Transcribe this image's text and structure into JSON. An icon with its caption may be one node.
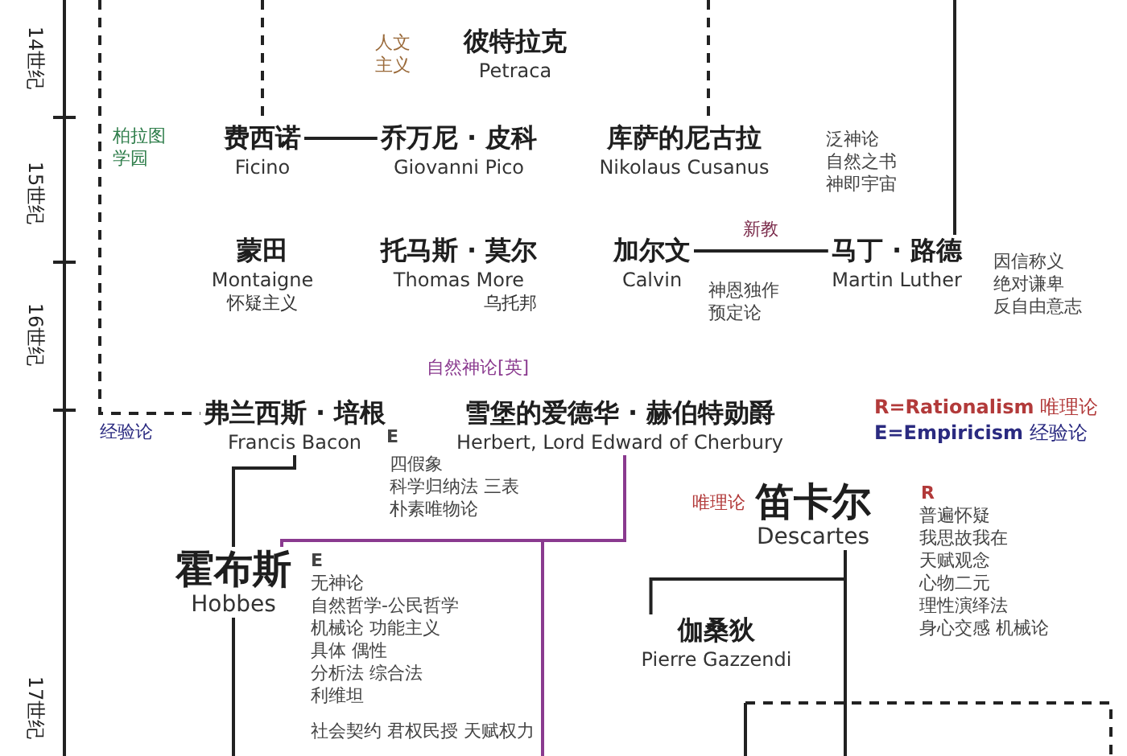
{
  "diagram": {
    "nodes": [
      {
        "text": [
          "彼特拉克",
          "Petraca"
        ],
        "beside": [
          "人文主义"
        ]
      },
      {
        "text": [
          "费西诺",
          "Ficino"
        ],
        "beside": [
          "柏拉图学园"
        ]
      },
      {
        "text": [
          "乔万尼 · 皮科",
          "Giovanni Pico"
        ]
      },
      {
        "text": [
          "库萨的尼古拉",
          "Nikolaus Cusanus"
        ],
        "beside": [
          "泛神论",
          "自然之书",
          "神即宇宙"
        ]
      },
      {
        "text": [
          "蒙田",
          "Montaigne",
          "怀疑主义"
        ]
      },
      {
        "text": [
          "托马斯 · 莫尔",
          "Thomas More",
          "乌托邦"
        ]
      },
      {
        "text": [
          "加尔文",
          "Calvin"
        ],
        "beside": [
          "神恩独作",
          "预定论"
        ]
      },
      {
        "text": [
          "马丁 · 路德",
          "Martin Luther"
        ],
        "beside": [
          "因信称义",
          "绝对谦卑",
          "反自由意志"
        ]
      },
      {
        "text": [
          "弗兰西斯 · 培根",
          "Francis Bacon"
        ],
        "beside": [
          "经验论",
          "E",
          "四假象",
          "科学归纳法 三表",
          "朴素唯物论"
        ]
      },
      {
        "text": [
          "雪堡的爱德华 · 赫伯特勋爵",
          "Herbert, Lord Edward of Cherbury"
        ],
        "beside": [
          "自然神论[英]"
        ]
      },
      {
        "text": [
          "笛卡尔",
          "Descartes"
        ],
        "beside": [
          "唯理论",
          "R",
          "普遍怀疑",
          "我思故我在",
          "天赋观念",
          "心物二元",
          "理性演绎法",
          "身心交感 机械论"
        ]
      },
      {
        "text": [
          "霍布斯",
          "Hobbes"
        ],
        "beside": [
          "E",
          "无神论",
          "自然哲学-公民哲学",
          "机械论 功能主义",
          "具体 偶性",
          "分析法 综合法",
          "利维坦",
          "社会契约 君权民授 天赋权力"
        ]
      },
      {
        "text": [
          "伽桑狄",
          "Pierre Gazzendi"
        ]
      }
    ],
    "edges": [
      {
        "from": 1,
        "to": 2,
        "arrow": "none"
      },
      {
        "from": 6,
        "to": 7,
        "arrow": "none",
        "label": "新教"
      },
      {
        "from": 8,
        "to": 11,
        "arrow": "none"
      },
      {
        "from": 9,
        "to": 11,
        "arrow": "none",
        "color": "#8a3a8f"
      },
      {
        "from": null,
        "to": 8,
        "arrow": "none",
        "style": "dashed"
      },
      {
        "from": null,
        "to": 1,
        "arrow": "none",
        "style": "dashed"
      },
      {
        "from": null,
        "to": 3,
        "arrow": "none",
        "style": "dashed"
      },
      {
        "from": null,
        "to": 7,
        "arrow": "none"
      },
      {
        "from": 11,
        "to": null,
        "arrow": "none"
      },
      {
        "from": 10,
        "to": 12,
        "arrow": "none"
      },
      {
        "from": 10,
        "to": null,
        "arrow": "none"
      },
      {
        "from": 11,
        "to": null,
        "arrow": "none",
        "color": "#8a3a8f"
      }
    ],
    "labels": [
      "14世纪",
      "15世纪",
      "16世纪",
      "17世纪",
      "**R=Rationalism** 唯理论",
      "**E=Empiricism** 经验论"
    ]
  }
}
